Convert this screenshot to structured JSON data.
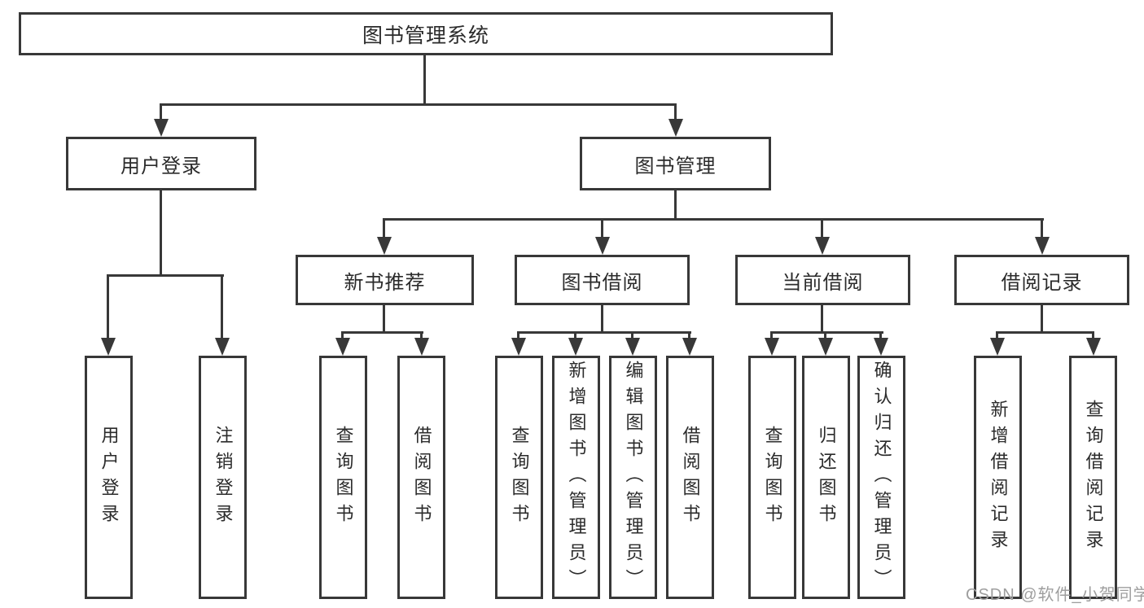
{
  "diagram": {
    "root": "图书管理系统",
    "level2": {
      "user_login": "用户登录",
      "book_mgmt": "图书管理"
    },
    "level3": {
      "new_books": "新书推荐",
      "book_borrow": "图书借阅",
      "current_borrow": "当前借阅",
      "borrow_record": "借阅记录"
    },
    "leaves": {
      "user_login": [
        "用户登录",
        "注销登录"
      ],
      "new_books": [
        "查询图书",
        "借阅图书"
      ],
      "book_borrow": [
        "查询图书",
        "新增图书（管理员）",
        "编辑图书（管理员）",
        "借阅图书"
      ],
      "current_borrow": [
        "查询图书",
        "归还图书",
        "确认归还（管理员）"
      ],
      "borrow_record": [
        "新增借阅记录",
        "查询借阅记录"
      ]
    },
    "colors": {
      "line": "#383838",
      "text": "#2b2b2b",
      "box_background": "#ffffff",
      "page_background": "#ffffff",
      "watermark": "#9e9e9e"
    }
  },
  "watermark": "CSDN @软件_小贺同学"
}
